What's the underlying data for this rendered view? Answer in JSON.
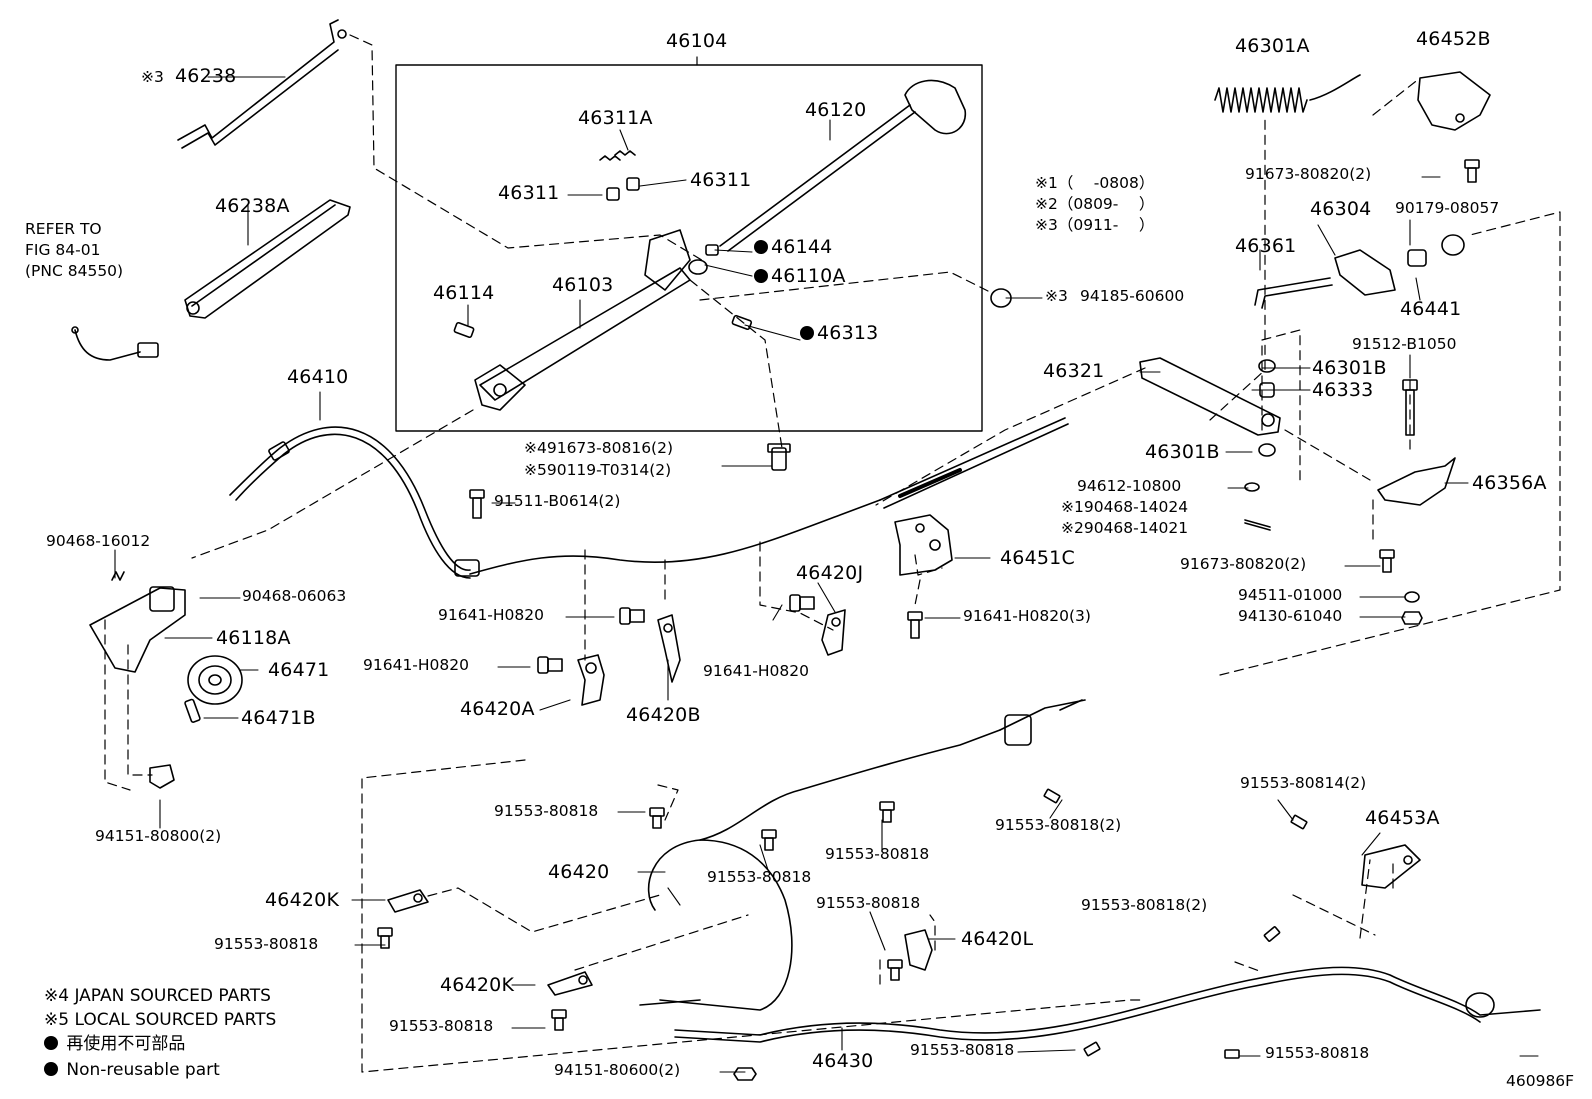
{
  "labels": {
    "p46104": "46104",
    "p46238": "46238",
    "p46238_mark": "※3",
    "p46238A": "46238A",
    "refer1": "REFER TO",
    "refer2": "FIG 84-01",
    "refer3": "(PNC 84550)",
    "p46311A": "46311A",
    "p46120": "46120",
    "p46311_l": "46311",
    "p46311_r": "46311",
    "p46144": "46144",
    "p46110A": "46110A",
    "p46114": "46114",
    "p46103": "46103",
    "p46313": "46313",
    "p46410": "46410",
    "p91673_80816": "※491673-80816(2)",
    "p90119_T0314": "※590119-T0314(2)",
    "p91511_B0614": "91511-B0614(2)",
    "p90468_16012": "90468-16012",
    "p90468_06063": "90468-06063",
    "p46118A": "46118A",
    "p46471": "46471",
    "p46471B": "46471B",
    "p91641_a": "91641-H0820",
    "p91641_b": "91641-H0820",
    "p91641_c": "91641-H0820",
    "p91641_3": "91641-H0820(3)",
    "p46420A": "46420A",
    "p46420B": "46420B",
    "p46420J": "46420J",
    "p46451C": "46451C",
    "p94151_80800": "94151-80800(2)",
    "p46301A": "46301A",
    "p46452B": "46452B",
    "p91673_80820_top": "91673-80820(2)",
    "n1": "※1（　 -0808）",
    "n2": "※2（0809-　 ）",
    "n3": "※3（0911-　 ）",
    "p46304": "46304",
    "p90179_08057": "90179-08057",
    "p46361": "46361",
    "p46441": "46441",
    "p94185_mark": "※3",
    "p94185_60600": "94185-60600",
    "p91512_B1050": "91512-B1050",
    "p46321": "46321",
    "p46301B_a": "46301B",
    "p46333": "46333",
    "p46301B_b": "46301B",
    "p94612_10800": "94612-10800",
    "p90468_14024": "※190468-14024",
    "p90468_14021": "※290468-14021",
    "p46356A": "46356A",
    "p91673_80820_mid": "91673-80820(2)",
    "p94511_01000": "94511-01000",
    "p94130_61040": "94130-61040",
    "p91553_80818_a": "91553-80818",
    "p46420": "46420",
    "p91553_80818_b": "91553-80818",
    "p91553_80818_c": "91553-80818",
    "p91553_80818_d": "91553-80818(2)",
    "p46420K_a": "46420K",
    "p91553_80818_e": "91553-80818",
    "p91553_80818_f": "91553-80818",
    "p46420L": "46420L",
    "p91553_80814": "91553-80814(2)",
    "p46453A": "46453A",
    "p91553_80818_g": "91553-80818(2)",
    "p46420K_b": "46420K",
    "p91553_80818_h": "91553-80818",
    "p94151_80600": "94151-80600(2)",
    "p46430": "46430",
    "p91553_80818_i": "91553-80818",
    "p91553_80818_j": "91553-80818"
  },
  "notes": {
    "japan": "※4 JAPAN SOURCED PARTS",
    "local": "※5 LOCAL SOURCED PARTS",
    "jp_nonreuse": "再使用不可部品",
    "nonreuse": "Non-reusable part"
  },
  "figure_id": "460986F"
}
